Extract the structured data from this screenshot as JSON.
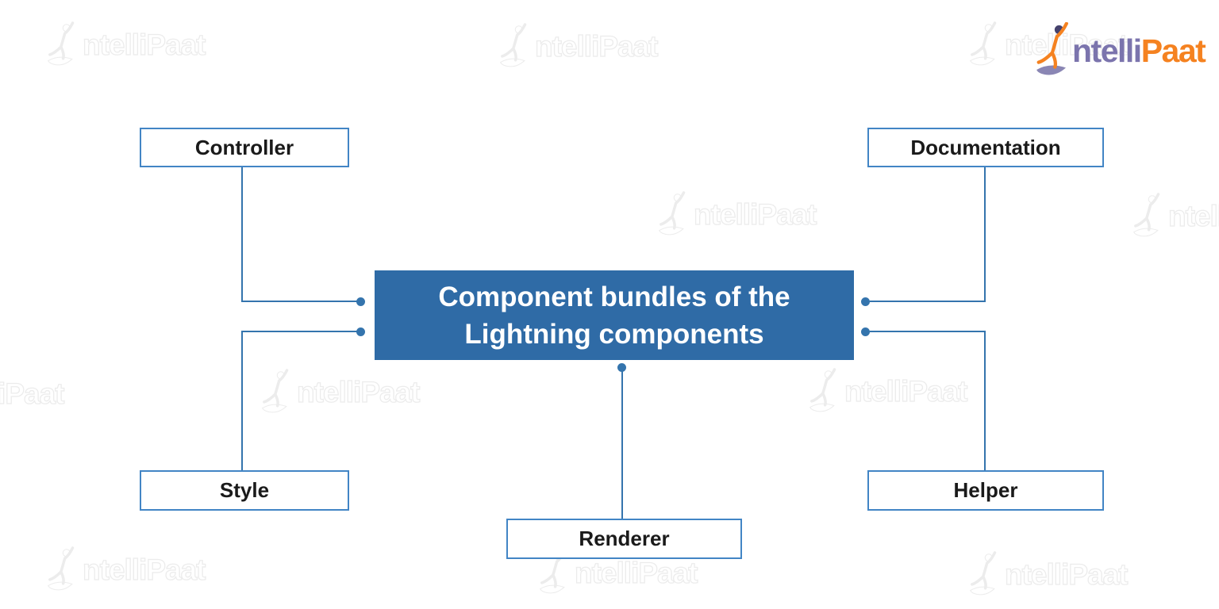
{
  "diagram": {
    "center": {
      "line1": "Component bundles of the",
      "line2": "Lightning components"
    },
    "nodes": [
      {
        "id": "controller",
        "label": "Controller"
      },
      {
        "id": "documentation",
        "label": "Documentation"
      },
      {
        "id": "style",
        "label": "Style"
      },
      {
        "id": "helper",
        "label": "Helper"
      },
      {
        "id": "renderer",
        "label": "Renderer"
      }
    ]
  },
  "logo": {
    "name": "IntelliPaat",
    "text_primary": "ntelli",
    "text_secondary": "Paat"
  },
  "watermark": {
    "text": "ntelliPaat"
  },
  "colors": {
    "fill": "#2f6ba6",
    "border": "#4285c5",
    "line": "#3474ad",
    "label-text": "#1a1a1a",
    "logo-purple": "#7b74ad",
    "logo-orange": "#f58220",
    "logo-dark": "#45426d",
    "swoosh": "#8a86b4",
    "watermark": "#ececec"
  }
}
